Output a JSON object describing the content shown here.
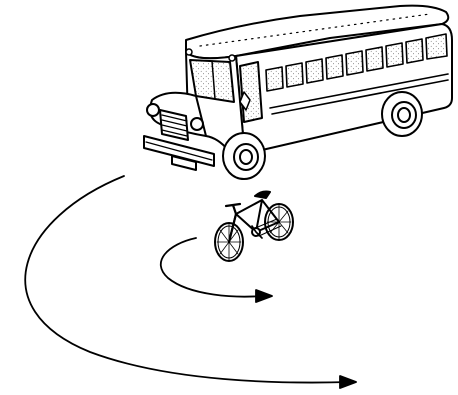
{
  "scene": {
    "objects": [
      "school-bus",
      "bicycle"
    ],
    "paths": [
      "outer-curved-path",
      "inner-curved-path"
    ],
    "stroke_color": "#000000",
    "fill_color": "#ffffff"
  }
}
